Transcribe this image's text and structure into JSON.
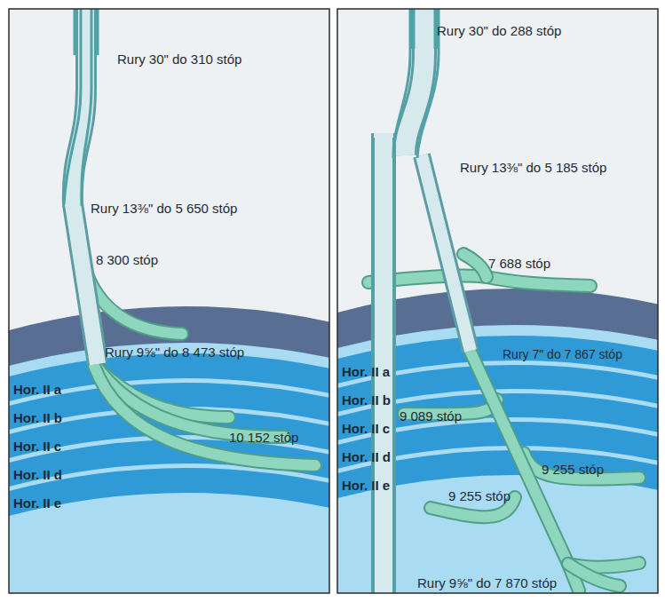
{
  "diagram": {
    "labels": [
      "Rury 30\" do 310 stóp",
      "Rury 13⅜\" do 5 650 stóp",
      "8 300 stóp",
      "Rury 9⅝\" do 8 473 stóp",
      "Hor. II a",
      "Hor. II b",
      "10 152 stóp",
      "Hor. II c",
      "Hor. II d",
      "Hor. II e",
      "Rury 30\" do 288 stóp",
      "Rury 13⅜\" do 5 185 stóp",
      "7 688 stóp",
      "Rury 7\" do 7 867 stóp",
      "Hor. II a",
      "Hor. II b",
      "9 089 stóp",
      "Hor. II c",
      "9 255 stóp",
      "Hor. II d",
      "9 255 stóp",
      "Hor. II e",
      "Rury 9⅝\" do 7 870 stóp"
    ]
  }
}
